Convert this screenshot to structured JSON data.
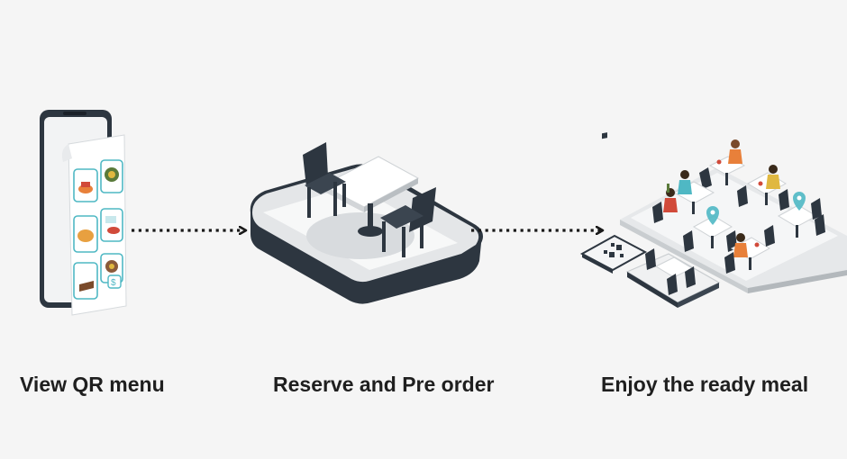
{
  "steps": [
    {
      "label": "View QR menu",
      "icon": "phone-qr-menu-icon"
    },
    {
      "label": "Reserve and Pre order",
      "icon": "phone-table-reservation-icon"
    },
    {
      "label": "Enjoy the ready meal",
      "icon": "restaurant-dining-icon"
    }
  ],
  "colors": {
    "background": "#f5f5f5",
    "dark": "#2d3640",
    "accent": "#4fb8c4",
    "orange": "#e8803a",
    "red": "#d14a3a",
    "text": "#1f1f1f"
  }
}
